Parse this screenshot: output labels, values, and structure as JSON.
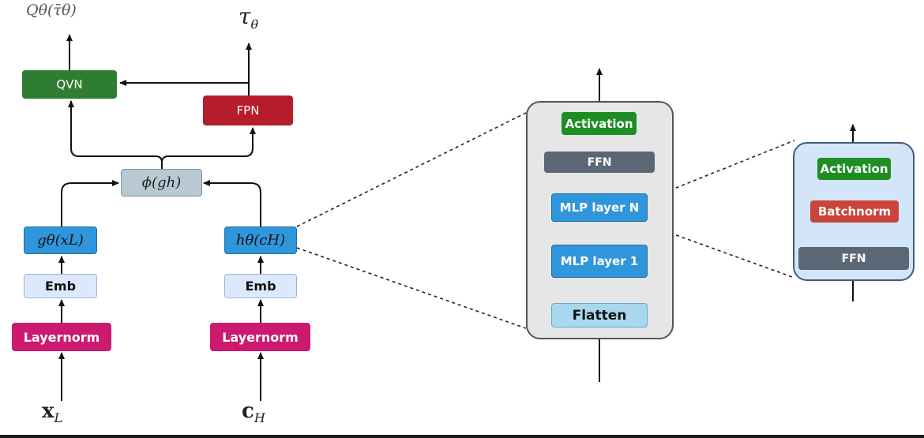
{
  "left_diagram": {
    "inputs": {
      "x": "x",
      "x_sub": "L",
      "c": "c",
      "c_sub": "H"
    },
    "outputs": {
      "q": "Qθ(τ̄θ)",
      "tau": "τ",
      "tau_sub": "θ"
    },
    "nodes": {
      "qvn": "QVN",
      "fpn": "FPN",
      "phi": "ϕ(gh)",
      "g": "gθ(xL)",
      "h": "hθ(cH)",
      "emb_left": "Emb",
      "emb_right": "Emb",
      "layernorm_left": "Layernorm",
      "layernorm_right": "Layernorm"
    }
  },
  "middle_panel": {
    "activation": "Activation",
    "ffn": "FFN",
    "mlp_n": "MLP layer N",
    "mlp_1": "MLP layer 1",
    "flatten": "Flatten"
  },
  "right_panel": {
    "activation": "Activation",
    "batchnorm": "Batchnorm",
    "ffn": "FFN"
  },
  "colors": {
    "qvn": "#2e7d32",
    "fpn": "#b71c2c",
    "phi": "#b8c9d4",
    "encoder": "#2f96dc",
    "emb": "#dce8fb",
    "layernorm": "#cc1a6e",
    "activation": "#1e8e24",
    "ffn": "#5b6775",
    "flatten": "#a8d8ee",
    "batchnorm": "#c9453a",
    "panel_mid": "#e6e6e6",
    "panel_right": "#d3e5f8"
  }
}
